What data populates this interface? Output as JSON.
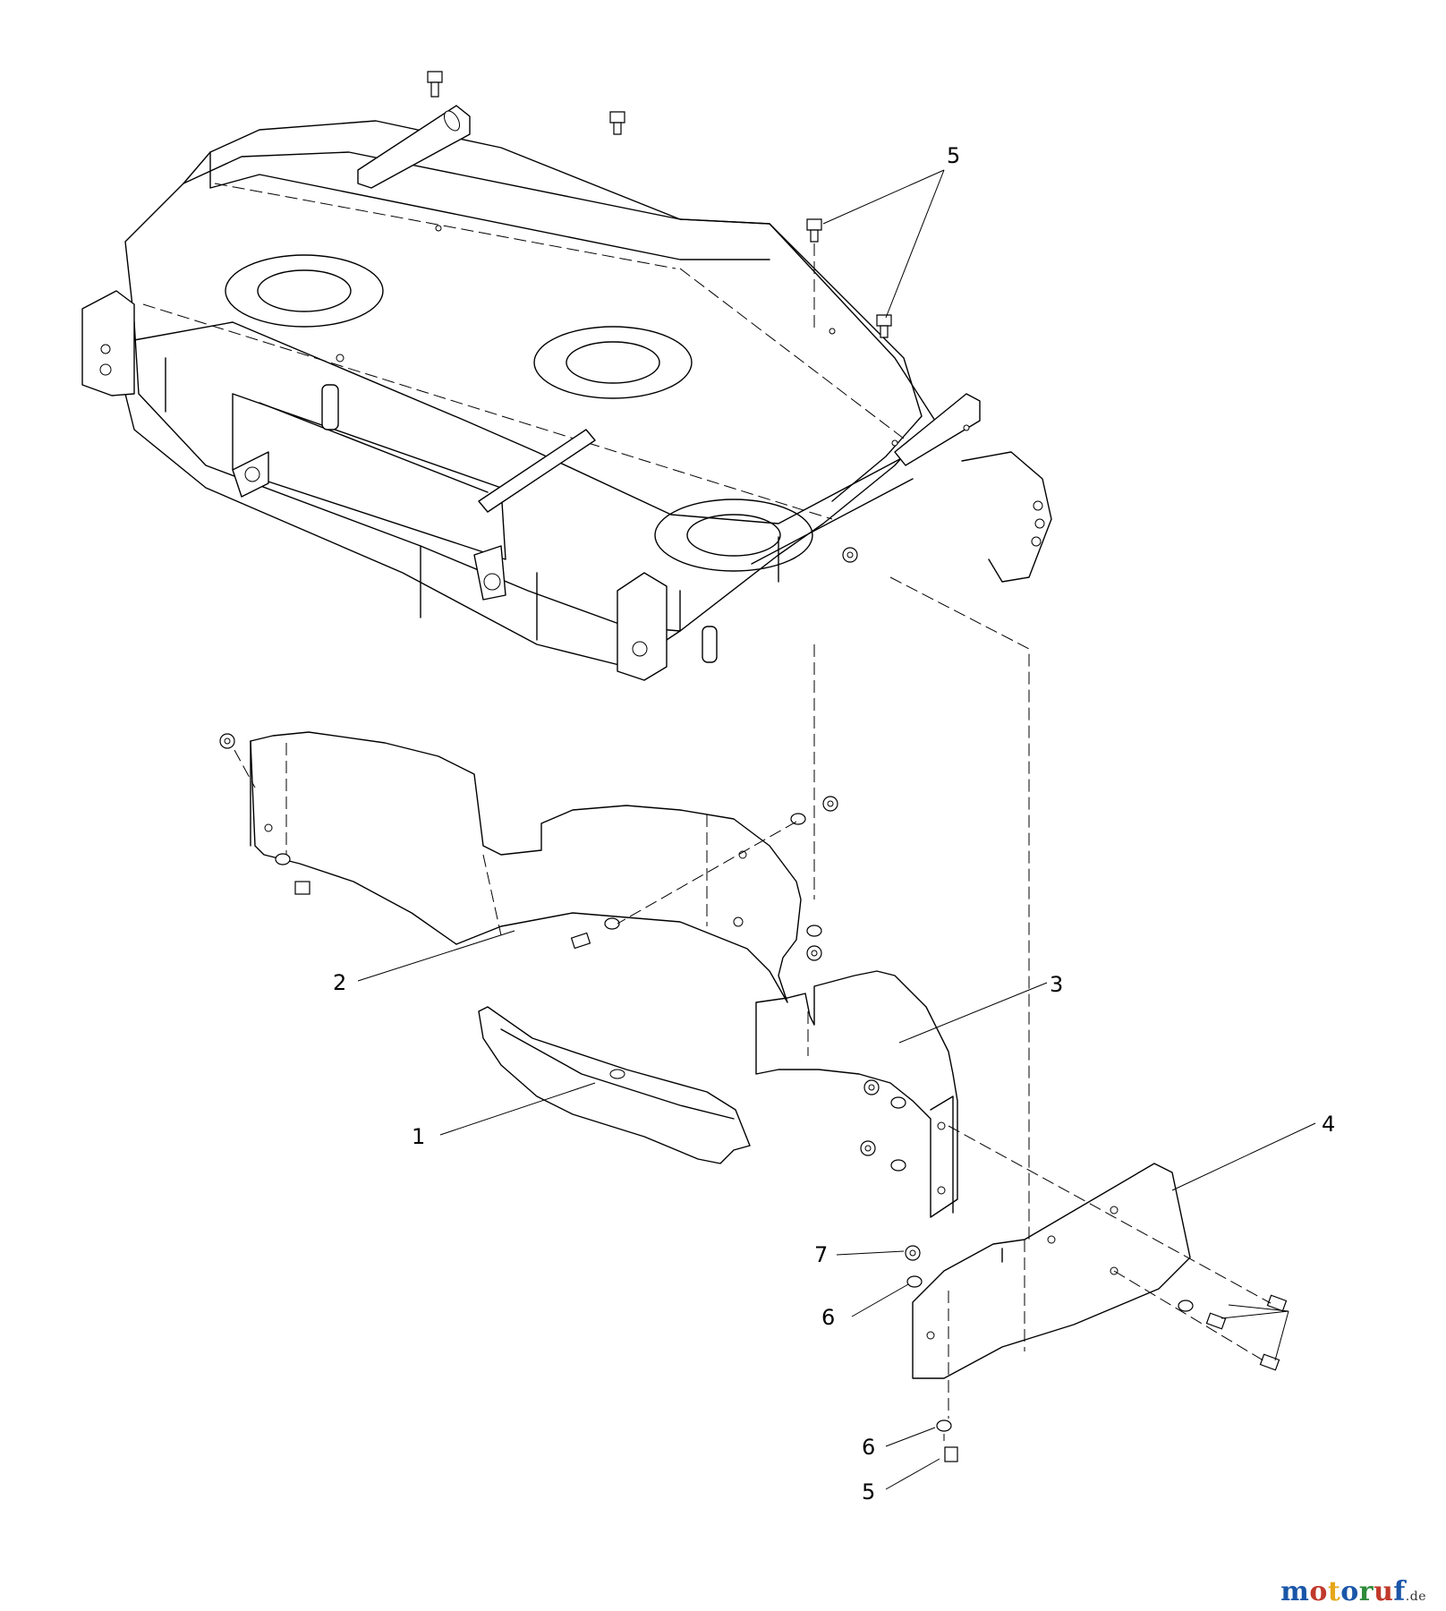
{
  "diagram": {
    "callouts": [
      {
        "id": "c1",
        "label": "1"
      },
      {
        "id": "c2",
        "label": "2"
      },
      {
        "id": "c3",
        "label": "3"
      },
      {
        "id": "c4",
        "label": "4"
      },
      {
        "id": "c5a",
        "label": "5"
      },
      {
        "id": "c5b",
        "label": "5"
      },
      {
        "id": "c6a",
        "label": "6"
      },
      {
        "id": "c6b",
        "label": "6"
      },
      {
        "id": "c7",
        "label": "7"
      }
    ]
  },
  "watermark": {
    "letters": [
      "m",
      "o",
      "t",
      "o",
      "r",
      "u",
      "f"
    ],
    "colors": [
      "#1a56a8",
      "#c0392b",
      "#e6a619",
      "#1a56a8",
      "#2e8b3a",
      "#c0392b",
      "#1a56a8"
    ],
    "tld": ".de"
  }
}
